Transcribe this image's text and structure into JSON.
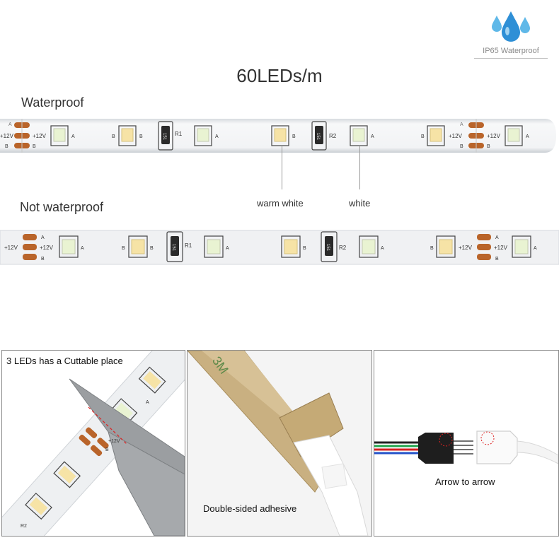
{
  "header": {
    "badge_label": "IP65 Waterproof",
    "title": "60LEDs/m"
  },
  "waterproof_strip": {
    "label": "Waterproof",
    "markings": {
      "voltage_left_edge": "+12V",
      "voltage": "+12V",
      "pad_a": "A",
      "pad_b": "B",
      "resistor_1": "R1",
      "resistor_2": "R2",
      "resistor_code": "151"
    }
  },
  "color_labels": {
    "warm": "warm white",
    "cool": "white"
  },
  "not_waterproof_strip": {
    "label": "Not waterproof",
    "markings": {
      "voltage": "+12V",
      "pad_a": "A",
      "pad_b": "B",
      "resistor_1": "R1",
      "resistor_2": "R2",
      "resistor_code": "151"
    }
  },
  "panels": {
    "cut": {
      "caption": "3 LEDs has a Cuttable place",
      "marking_voltage": "+12V",
      "marking_a": "A",
      "marking_b": "B",
      "marking_r2": "R2"
    },
    "adhesive": {
      "caption": "Double-sided adhesive",
      "tape_print": "3M"
    },
    "connector": {
      "caption": "Arrow to arrow"
    }
  },
  "colors": {
    "led_warm": "#f6e3a6",
    "led_cool": "#e9f3d2",
    "copper": "#b9642a",
    "strip_base": "#eef0f2",
    "tape": "#c9b081"
  }
}
